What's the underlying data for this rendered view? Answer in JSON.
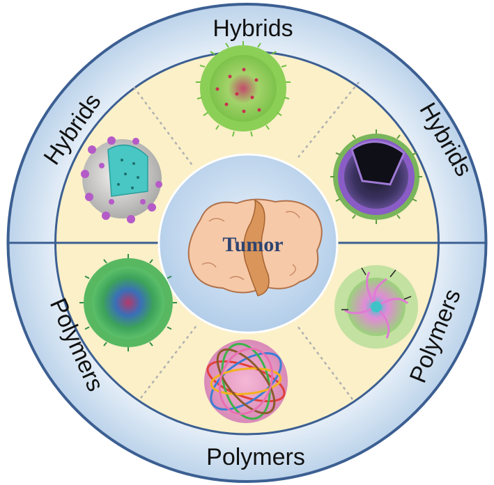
{
  "labels": {
    "top": "Hybrids",
    "upper_left": "Hybrids",
    "upper_right": "Hybrids",
    "lower_left": "Polymers",
    "lower_right": "Polymers",
    "bottom": "Polymers",
    "center": "Tumor"
  },
  "colors": {
    "outer_ring": "#c9dcee",
    "outer_ring_stroke": "#3c5f92",
    "inner_disk": "#fbf0c8",
    "center_disk": "#c0d8ee",
    "tumor": "#f6c9a8",
    "tumor_vessel": "#d9955a",
    "divider": "#3c5f92",
    "sector_divider": "#b8b8b8"
  },
  "icons": {
    "top": "brush-nanoparticle-icon",
    "upper_left": "core-shell-nanoparticle-icon",
    "upper_right": "vesicle-nanoparticle-icon",
    "lower_left": "polymer-micelle-icon",
    "lower_right": "star-polymer-icon",
    "bottom": "polymer-nanogel-icon",
    "center": "tumor-icon"
  }
}
